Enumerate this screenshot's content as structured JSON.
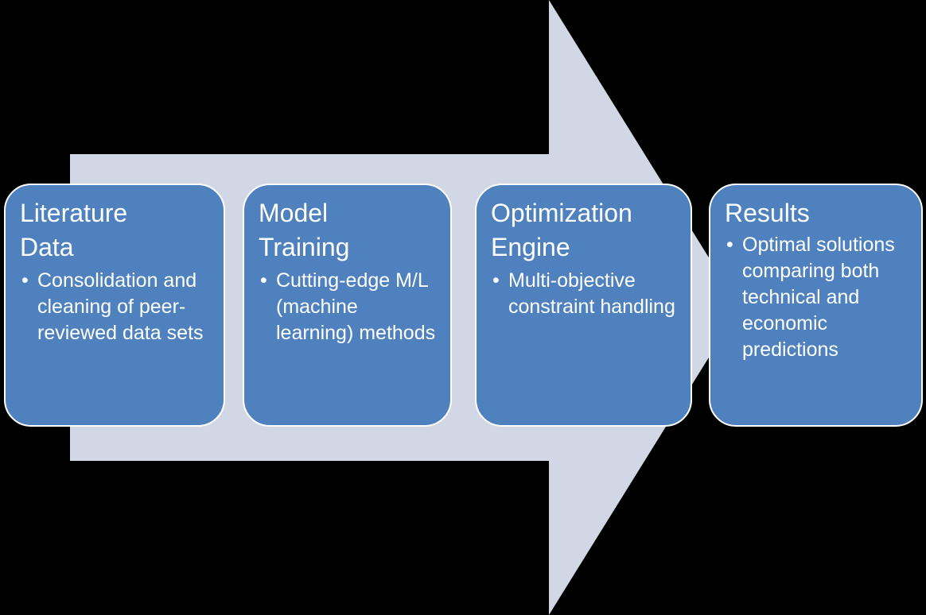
{
  "diagram": {
    "type": "process-flow-arrow",
    "orientation": "left-to-right",
    "arrow_color": "#D2D7E6",
    "box_fill_color": "#4E81BD",
    "box_border_color": "#FFFFFF",
    "text_color": "#FFFFFF",
    "background_color": "#000000",
    "stage_count": 4,
    "stages": [
      {
        "id": "literature-data",
        "title": "Literature\nData",
        "bullets": [
          "Consolidation and cleaning of peer-reviewed data sets"
        ]
      },
      {
        "id": "model-training",
        "title": "Model\nTraining",
        "bullets": [
          "Cutting-edge M/L (machine learning) methods"
        ]
      },
      {
        "id": "optimization-engine",
        "title": "Optimization\nEngine",
        "bullets": [
          "Multi-objective constraint handling"
        ]
      },
      {
        "id": "results",
        "title": "Results",
        "bullets": [
          "Optimal solutions comparing both technical and economic predictions"
        ]
      }
    ]
  }
}
